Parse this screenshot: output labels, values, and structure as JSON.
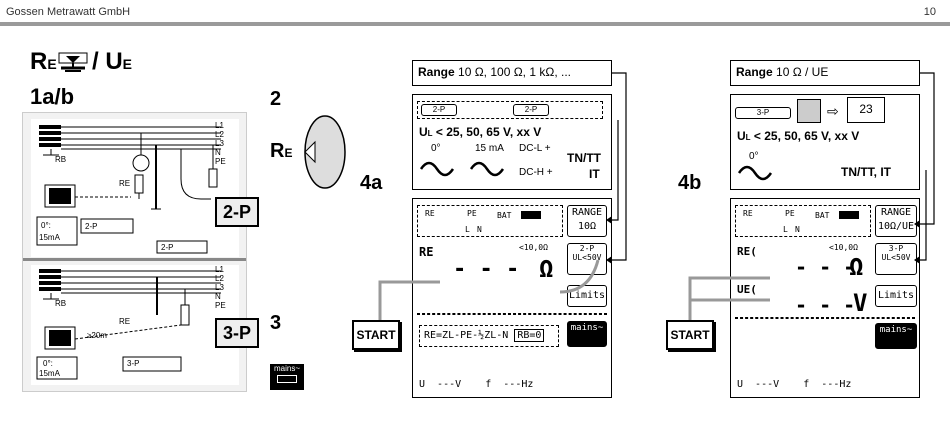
{
  "header": {
    "company": "Gossen Metrawatt GmbH",
    "page": "10"
  },
  "left": {
    "re_title": "R",
    "re_sub": "E",
    "ue_title": "/ U",
    "ue_sub": "E",
    "step1": "1a/b",
    "step2": "2",
    "step3": "3",
    "rotary_label": "R",
    "rotary_sub": "E",
    "tag_2p": "2-P",
    "tag_3p": "3-P",
    "lines": [
      "L1",
      "L2",
      "L3",
      "N",
      "PE"
    ],
    "rb": "RB",
    "re": "RE",
    "dist": "≥20m",
    "mode_0": "0°:",
    "mode_15": "15mA",
    "mini_2p": "2-P",
    "mini_3p": "3-P",
    "mains": "mains~"
  },
  "a": {
    "label": "4a",
    "range_bold": "Range",
    "range_rest": "10 Ω, 100 Ω, 1 kΩ, ...",
    "info_ul": "U",
    "info_ul_sub": "L",
    "info_ul_rest": "< 25, 50, 65 V,",
    "info_xx": "xx V",
    "deg": "0°",
    "ma": "15 mA",
    "dcl": "DC-L +",
    "dch": "DC-H +",
    "tn": "TN/TT",
    "it": "IT",
    "chip1": "2-P",
    "chip2": "2-P",
    "start": "START",
    "lcd_re": "RE",
    "lcd_bat": "BAT",
    "lcd_pe": "PE",
    "lcd_l": "L",
    "lcd_n": "N",
    "lcd_range": "RANGE",
    "lcd_range_val": "10Ω",
    "lcd_limit_sym": "<10,0Ω",
    "lcd_ohm": "Ω",
    "lcd_dashes": "- - -",
    "lcd_mode_top": "2-P",
    "lcd_mode_bot": "UL<50V",
    "lcd_limits": "Limits",
    "lcd_formula": "RE=ZL-PE-½ZL-N",
    "lcd_rb": "RB=0",
    "lcd_mains": "mains~",
    "lcd_status": "U  ---V    f  ---Hz"
  },
  "b": {
    "label": "4b",
    "range_bold": "Range",
    "range_rest": "10 Ω / UE",
    "chip": "3-P",
    "book": "23",
    "info_ul": "U",
    "info_ul_sub": "L",
    "info_ul_rest": "< 25, 50, 65 V,",
    "info_xx": "xx V",
    "deg": "0°",
    "tn": "TN/TT, IT",
    "start": "START",
    "lcd_re": "RE",
    "lcd_bat": "BAT",
    "lcd_pe": "PE",
    "lcd_l": "L",
    "lcd_n": "N",
    "lcd_range": "RANGE",
    "lcd_range_val": "10Ω/UE",
    "lcd_limit_sym": "<10,0Ω",
    "lcd_ohm": "Ω",
    "lcd_v": "V",
    "lcd_dashes": "- - -",
    "lcd_re_row": "RE(",
    "lcd_ue_row": "UE(",
    "lcd_mode_top": "3-P",
    "lcd_mode_bot": "UL<50V",
    "lcd_limits": "Limits",
    "lcd_mains": "mains~",
    "lcd_status": "U  ---V    f  ---Hz"
  }
}
